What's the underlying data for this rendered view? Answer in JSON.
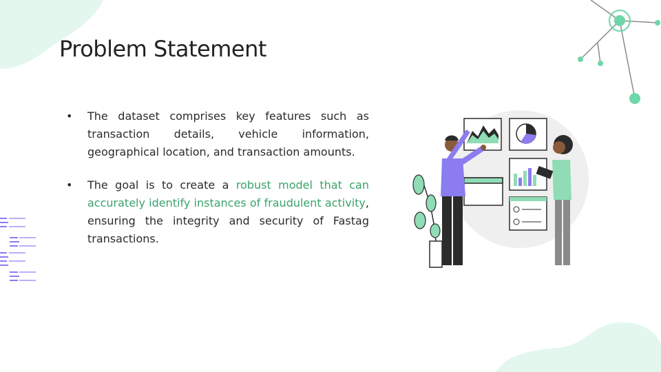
{
  "slide": {
    "title": "Problem Statement",
    "bullet_marker": "•",
    "bullets": [
      {
        "text": "The dataset comprises key features such as transaction details, vehicle information, geographical location, and transaction amounts."
      },
      {
        "text_before": "The goal is to create a ",
        "highlight": "robust model that can accurately identify instances of fraudulent activity",
        "text_after": ", ensuring the integrity and security of Fastag transactions."
      }
    ]
  },
  "colors": {
    "accent_green": "#3aa36a",
    "blob_mint": "#e3f7ee",
    "network_teal": "#6fd6a8",
    "dots_purple": "#8b7cf0"
  },
  "illustration": {
    "subject": "two people reviewing charts on a board"
  }
}
